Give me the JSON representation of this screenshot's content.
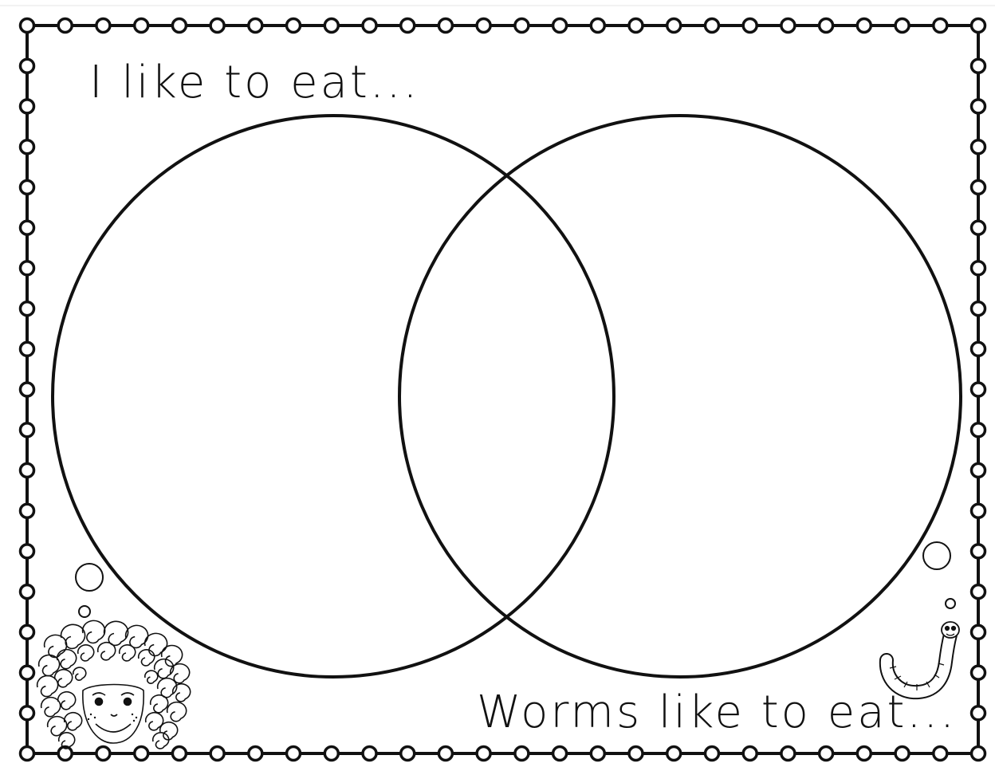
{
  "worksheet": {
    "top_label": "I like to eat...",
    "bottom_label": "Worms like to eat...",
    "diagram_type": "venn-2-circle",
    "colors": {
      "ink": "#111111",
      "paper": "#ffffff"
    },
    "decorations": {
      "border": "dotted-chain-frame",
      "left_character": "curly-haired-child-face",
      "right_character": "worm",
      "bubbles": "bubble-circles"
    }
  }
}
